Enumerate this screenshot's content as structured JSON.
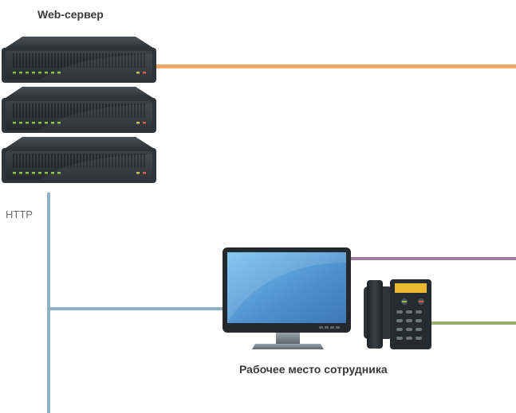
{
  "diagram": {
    "nodes": {
      "web_server": {
        "label": "Web-сервер",
        "units": 3,
        "led_count": 8
      },
      "workstation": {
        "label": "Рабочее место сотрудника"
      }
    },
    "protocol_label": "HTTP",
    "connections": [
      {
        "id": "server-orange-link",
        "color": "#f0a766"
      },
      {
        "id": "http-trunk",
        "color": "#8fb0c2"
      },
      {
        "id": "http-branch-workstation",
        "color": "#8fb0c2"
      },
      {
        "id": "monitor-purple-link",
        "color": "#a07aa0"
      },
      {
        "id": "phone-green-link",
        "color": "#98ae6c"
      }
    ],
    "colors": {
      "server_body": "#2f3438",
      "server_led_green": "#8ac24a",
      "server_led_red": "#e0553c",
      "monitor_screen": "#4d8fcc",
      "phone_screen": "#e8b830"
    }
  }
}
